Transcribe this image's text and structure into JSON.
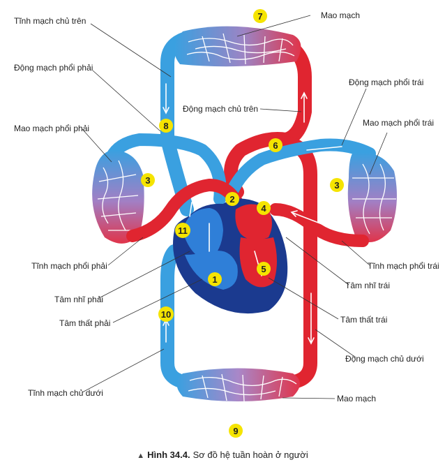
{
  "labels": {
    "svc_top": "Tĩnh mạch chủ trên",
    "cap_top": "Mao mạch",
    "pa_right": "Động mạch phổi phải",
    "pa_left": "Động mạch phổi trái",
    "aorta_top": "Động mạch chủ trên",
    "cap_lung_right": "Mao mạch phổi phải",
    "cap_lung_left": "Mao mạch phổi trái",
    "pv_right": "Tĩnh mạch phổi phải",
    "pv_left": "Tĩnh mạch phổi trái",
    "ra": "Tâm nhĩ phải",
    "la": "Tâm nhĩ trái",
    "rv": "Tâm thất phải",
    "lv": "Tâm thất trái",
    "aorta_bottom": "Động mạch chủ dưới",
    "ivc": "Tĩnh mạch chủ dưới",
    "cap_bottom": "Mao mạch"
  },
  "markers": [
    "1",
    "2",
    "3",
    "3",
    "4",
    "5",
    "6",
    "7",
    "8",
    "9",
    "10",
    "11"
  ],
  "caption": {
    "figure": "Hình 34.4.",
    "text": "Sơ đồ hệ tuần hoàn ở người"
  },
  "colors": {
    "venous": "#3aa0e0",
    "arterial": "#e02530",
    "heart_dark": "#1b3a8f",
    "capillary_mix": "#b07ab8",
    "marker_fill": "#f5e400"
  }
}
